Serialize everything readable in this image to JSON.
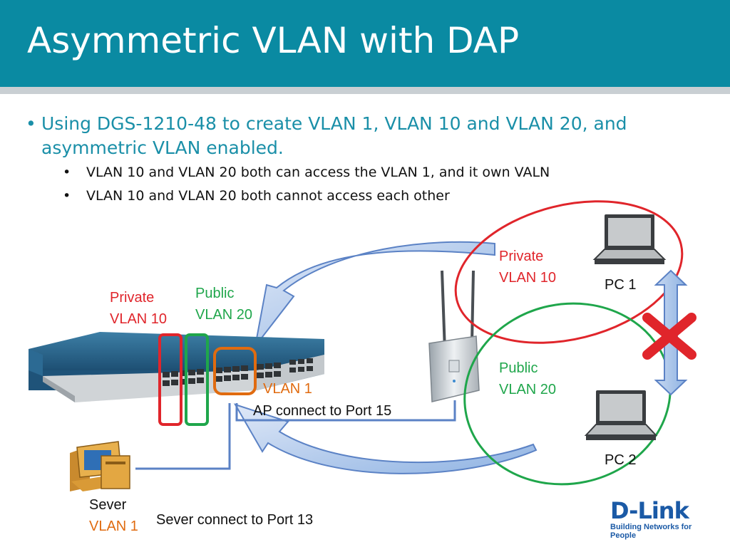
{
  "title": "Asymmetric VLAN with DAP",
  "bullets": {
    "main": "Using DGS-1210-48 to create VLAN 1, VLAN 10 and VLAN 20, and asymmetric VLAN enabled.",
    "sub": [
      "VLAN 10 and VLAN 20 both can access the VLAN 1, and it own VALN",
      "VLAN 10 and VLAN 20 both cannot access each other"
    ]
  },
  "switch_labels": {
    "private_title": "Private",
    "private_vlan": "VLAN 10",
    "public_title": "Public",
    "public_vlan": "VLAN 20",
    "vlan1": "VLAN 1",
    "ap_connect": "AP connect to Port 15"
  },
  "wireless_labels": {
    "private_title": "Private",
    "private_vlan": "VLAN 10",
    "public_title": "Public",
    "public_vlan": "VLAN 20",
    "pc1": "PC 1",
    "pc2": "PC 2"
  },
  "server": {
    "name": "Sever",
    "vlan": "VLAN 1",
    "connect": "Sever connect to Port 13"
  },
  "logo": {
    "name": "D-Link",
    "tagline": "Building Networks for People"
  },
  "colors": {
    "header": "#0a8aa2",
    "private": "#e0252b",
    "public": "#1fa64b",
    "vlan1": "#e06b10",
    "arrow": "#8fb3e3",
    "link": "#5b82c5"
  },
  "icons": [
    "wireless-access-point-icon",
    "laptop-icon",
    "server-computer-icon",
    "network-switch-icon",
    "blocked-x-icon",
    "double-arrow-icon"
  ]
}
